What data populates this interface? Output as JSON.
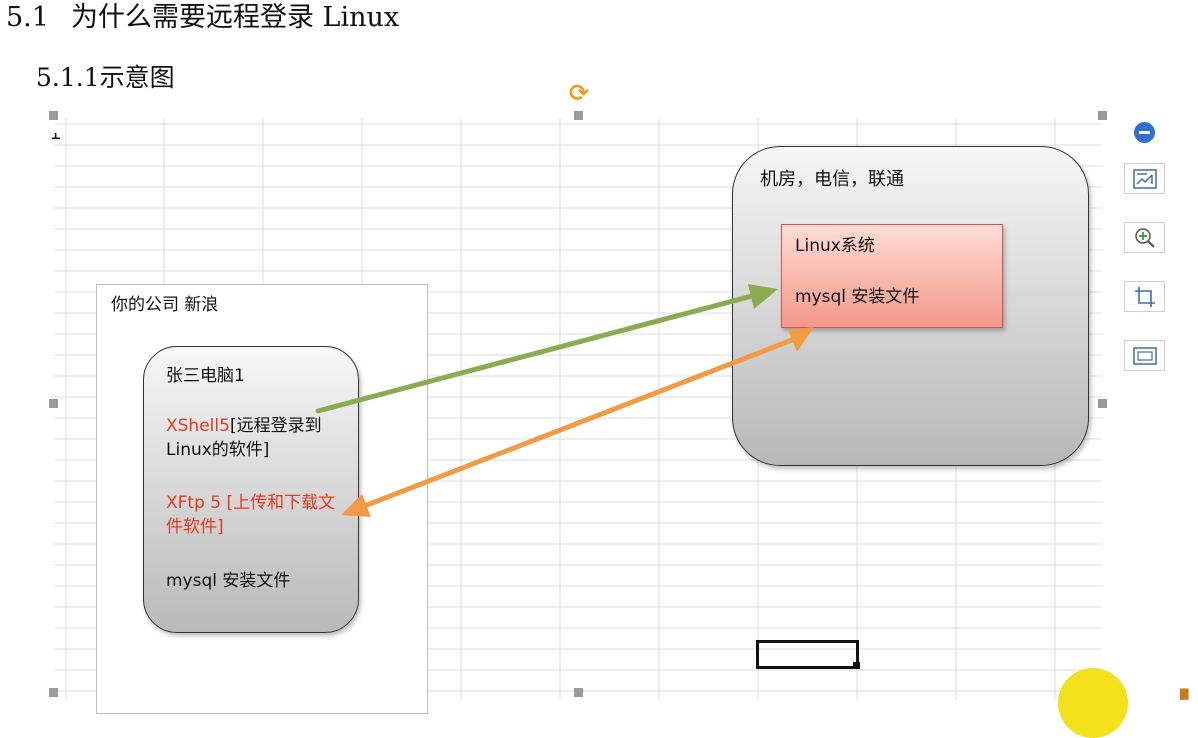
{
  "heading": {
    "section_number": "5.1",
    "section_title": "为什么需要远程登录 Linux",
    "subsection": "5.1.1示意图"
  },
  "diagram": {
    "company_label": "你的公司 新浪",
    "pc": {
      "title": "张三电脑1",
      "xshell_name": "XShell5",
      "xshell_desc": "[远程登录到Linux的软件]",
      "xftp_text": "XFtp 5 [上传和下载文件软件]",
      "mysql_text": "mysql 安装文件"
    },
    "server_room": {
      "label": "机房，电信，联通",
      "linux_label": "Linux系统",
      "mysql_label": "mysql 安装文件"
    },
    "arrow_colors": {
      "remote_login": "#8bab50",
      "file_transfer": "#f39a45"
    }
  },
  "sidebar_tools": [
    {
      "name": "collapse",
      "icon": "minus-circle-icon"
    },
    {
      "name": "layout-options",
      "icon": "chart-layout-icon"
    },
    {
      "name": "zoom",
      "icon": "zoom-in-icon"
    },
    {
      "name": "crop",
      "icon": "crop-icon"
    },
    {
      "name": "frame",
      "icon": "frame-icon"
    }
  ]
}
